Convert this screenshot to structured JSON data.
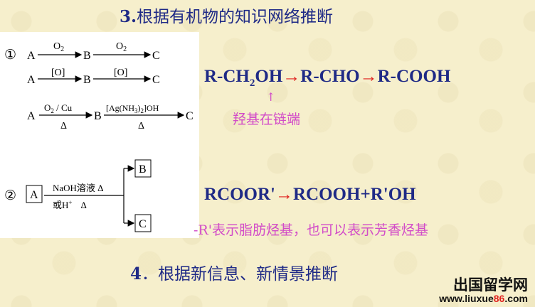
{
  "title": {
    "num": "3.",
    "text": "根据有机物的知识网络推断"
  },
  "diagram": {
    "row1": {
      "num": "①",
      "a": "A",
      "b": "B",
      "c": "C",
      "r1": "O",
      "r1_sub": "2",
      "r2": "O",
      "r2_sub": "2"
    },
    "row2": {
      "a": "A",
      "b": "B",
      "c": "C",
      "r1": "[O]",
      "r2": "[O]"
    },
    "row3": {
      "a": "A",
      "b": "B",
      "c": "C",
      "r1": "O",
      "r1_sub": "2",
      "r1_rest": " / Cu",
      "r1_below": "Δ",
      "r2": "[Ag(NH",
      "r2_sub": "3",
      "r2_mid": ")",
      "r2_sub2": "2",
      "r2_end": "]OH",
      "r2_below": "Δ"
    },
    "row4": {
      "num": "②",
      "a": "A",
      "b": "B",
      "c": "C",
      "r_top": "NaOH溶液 Δ",
      "r_bottom": "或H",
      "r_bottom_sup": "+",
      "r_bottom_delta": "Δ"
    }
  },
  "equation1": {
    "part1": "R-CH",
    "sub": "2",
    "part2": "OH",
    "arrow1": "→",
    "part3": "R-CHO",
    "arrow2": "→",
    "part4": "R-COOH"
  },
  "note1": {
    "arrow": "↑",
    "text": "羟基在链端"
  },
  "equation2": {
    "part1": "RCOOR'",
    "arrow": "→",
    "part2": "RCOOH+R'OH"
  },
  "note2": {
    "text": "-R'表示脂肪烃基，也可以表示芳香烃基"
  },
  "section4": {
    "num": "4",
    "text": "．根据新信息、新情景推断"
  },
  "watermark": {
    "cn": "出国留学网",
    "url_part1": "www.liuxue",
    "url_accent": "86",
    "url_part2": ".com"
  }
}
